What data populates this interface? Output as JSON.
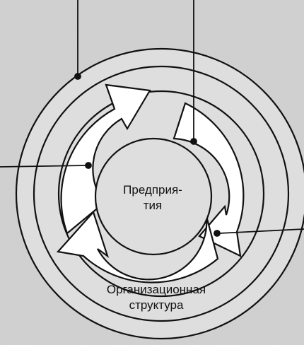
{
  "center_label": {
    "line1": "Предприя-",
    "line2": "тия"
  },
  "outer_ring_label": {
    "line1": "Организационная",
    "line2": "структура"
  },
  "colors": {
    "background": "#d9d9d9",
    "stroke": "#111111",
    "fill": "#ffffff"
  }
}
